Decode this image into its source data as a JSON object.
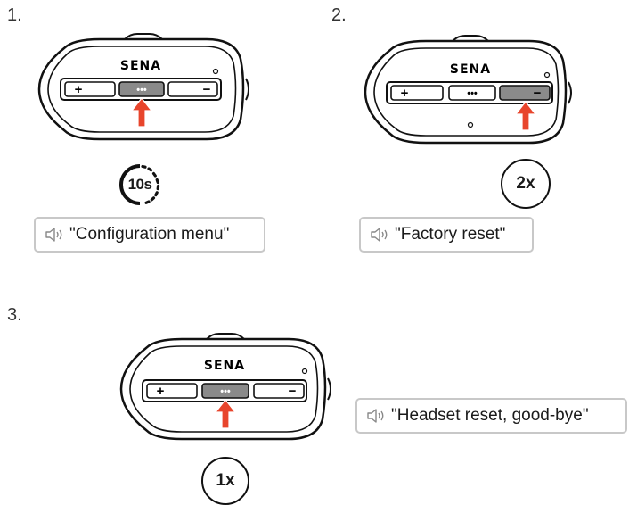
{
  "steps": [
    {
      "number": "1.",
      "brand": "SENA",
      "plus_label": "+",
      "center_label": "•••",
      "minus_label": "−",
      "pressed": "center",
      "hold_duration": "10s",
      "voice_prompt": "\"Configuration menu\""
    },
    {
      "number": "2.",
      "brand": "SENA",
      "plus_label": "+",
      "center_label": "•••",
      "minus_label": "−",
      "pressed": "minus",
      "tap_count": "2x",
      "voice_prompt": "\"Factory reset\""
    },
    {
      "number": "3.",
      "brand": "SENA",
      "plus_label": "+",
      "center_label": "•••",
      "minus_label": "−",
      "pressed": "center",
      "tap_count": "1x",
      "voice_prompt": "\"Headset reset, good-bye\""
    }
  ],
  "colors": {
    "arrow": "#e8452c",
    "pressed_button": "#8a8a8a",
    "prompt_border": "#c8c8c8"
  },
  "icons": {
    "speaker": "speaker-icon",
    "press_arrow": "arrow-up-icon",
    "timer": "timer-icon"
  }
}
